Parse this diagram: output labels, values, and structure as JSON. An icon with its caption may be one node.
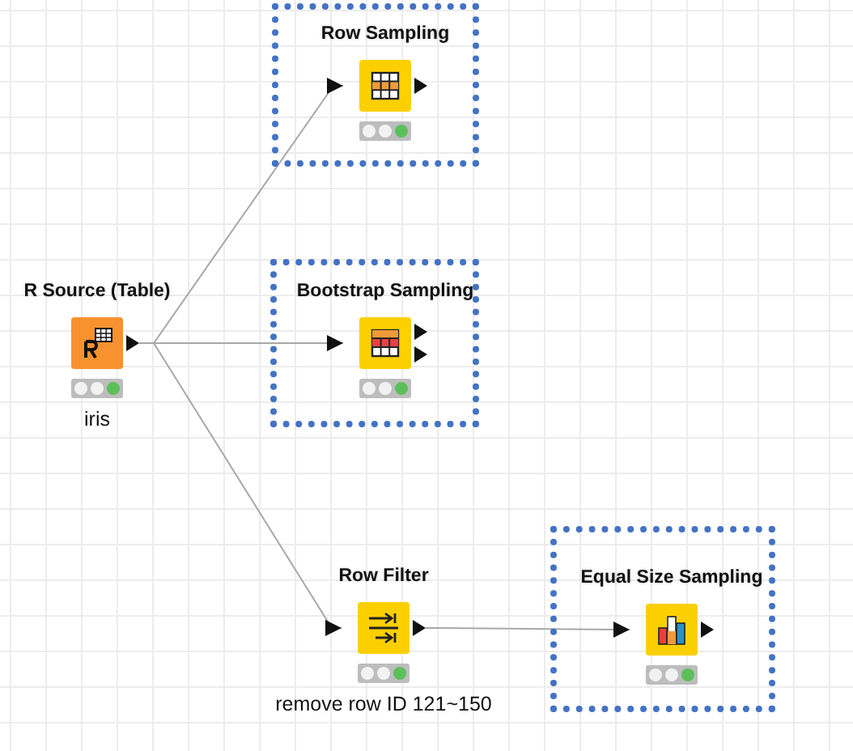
{
  "diagram": {
    "nodes": [
      {
        "text": [
          "R Source (Table)"
        ],
        "beside": [
          "iris"
        ]
      },
      {
        "text": [],
        "shape": "box"
      },
      {
        "text": [
          "Row Sampling"
        ],
        "in": 1
      },
      {
        "text": [],
        "shape": "box"
      },
      {
        "text": [
          "Bootstrap Sampling"
        ],
        "in": 3
      },
      {
        "text": [
          "Row Filter"
        ],
        "beside": [
          "remove row ID 121~150"
        ]
      },
      {
        "text": [],
        "shape": "box"
      },
      {
        "text": [
          "Equal Size Sampling"
        ],
        "in": 6
      }
    ],
    "edges": [
      {
        "from": 0,
        "to": 2,
        "arrow": "to"
      },
      {
        "from": 0,
        "to": 4,
        "arrow": "to"
      },
      {
        "from": 0,
        "to": 5,
        "arrow": "to"
      },
      {
        "from": 5,
        "to": 7,
        "arrow": "to"
      }
    ]
  }
}
